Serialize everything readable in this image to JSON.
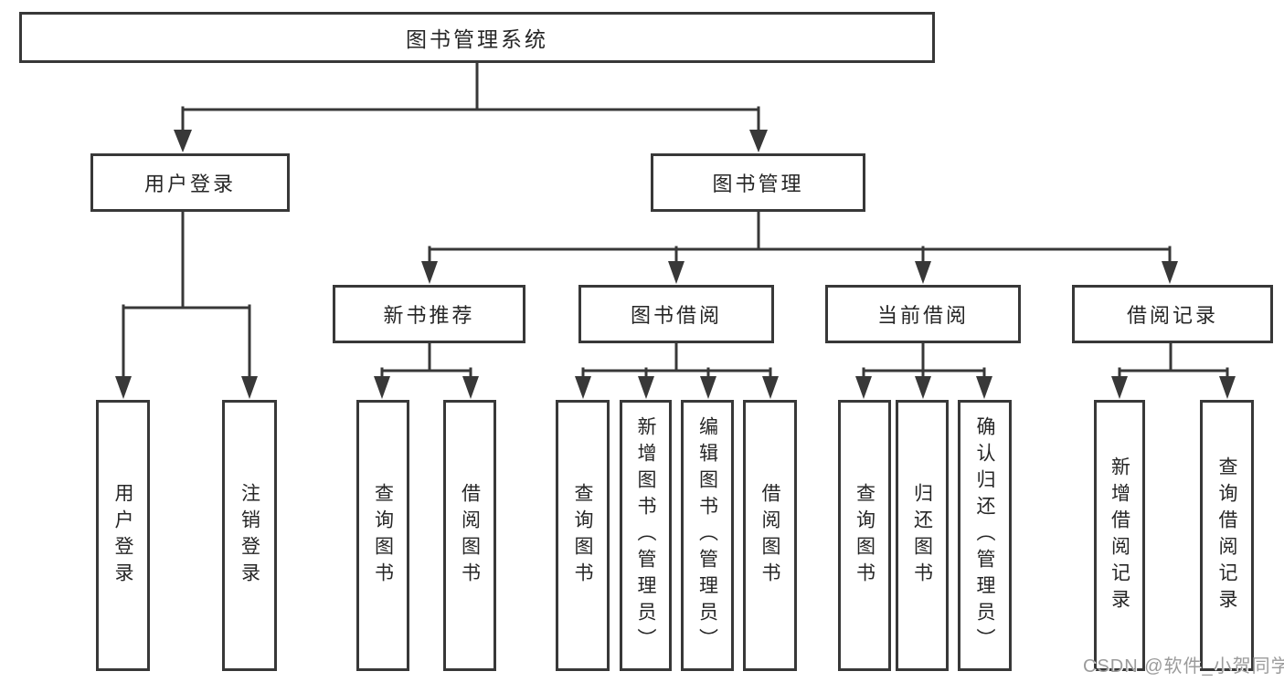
{
  "diagram": {
    "root": {
      "label": "图书管理系统"
    },
    "branches": [
      {
        "label": "用户登录",
        "children": [
          {
            "label": "用户登录"
          },
          {
            "label": "注销登录"
          }
        ]
      },
      {
        "label": "图书管理",
        "children": [
          {
            "label": "新书推荐",
            "children": [
              {
                "label": "查询图书"
              },
              {
                "label": "借阅图书"
              }
            ]
          },
          {
            "label": "图书借阅",
            "children": [
              {
                "label": "查询图书"
              },
              {
                "label": "新增图书（管理员）"
              },
              {
                "label": "编辑图书（管理员）"
              },
              {
                "label": "借阅图书"
              }
            ]
          },
          {
            "label": "当前借阅",
            "children": [
              {
                "label": "查询图书"
              },
              {
                "label": "归还图书"
              },
              {
                "label": "确认归还（管理员）"
              }
            ]
          },
          {
            "label": "借阅记录",
            "children": [
              {
                "label": "新增借阅记录"
              },
              {
                "label": "查询借阅记录"
              }
            ]
          }
        ]
      }
    ]
  },
  "watermark": {
    "text": "CSDN @软件_小贺同学"
  },
  "colors": {
    "line": "#383838",
    "box_border": "#383838",
    "box_background": "#ffffff",
    "text": "#262626",
    "watermark": "#9b9b9b",
    "page_background": "#ffffff"
  }
}
